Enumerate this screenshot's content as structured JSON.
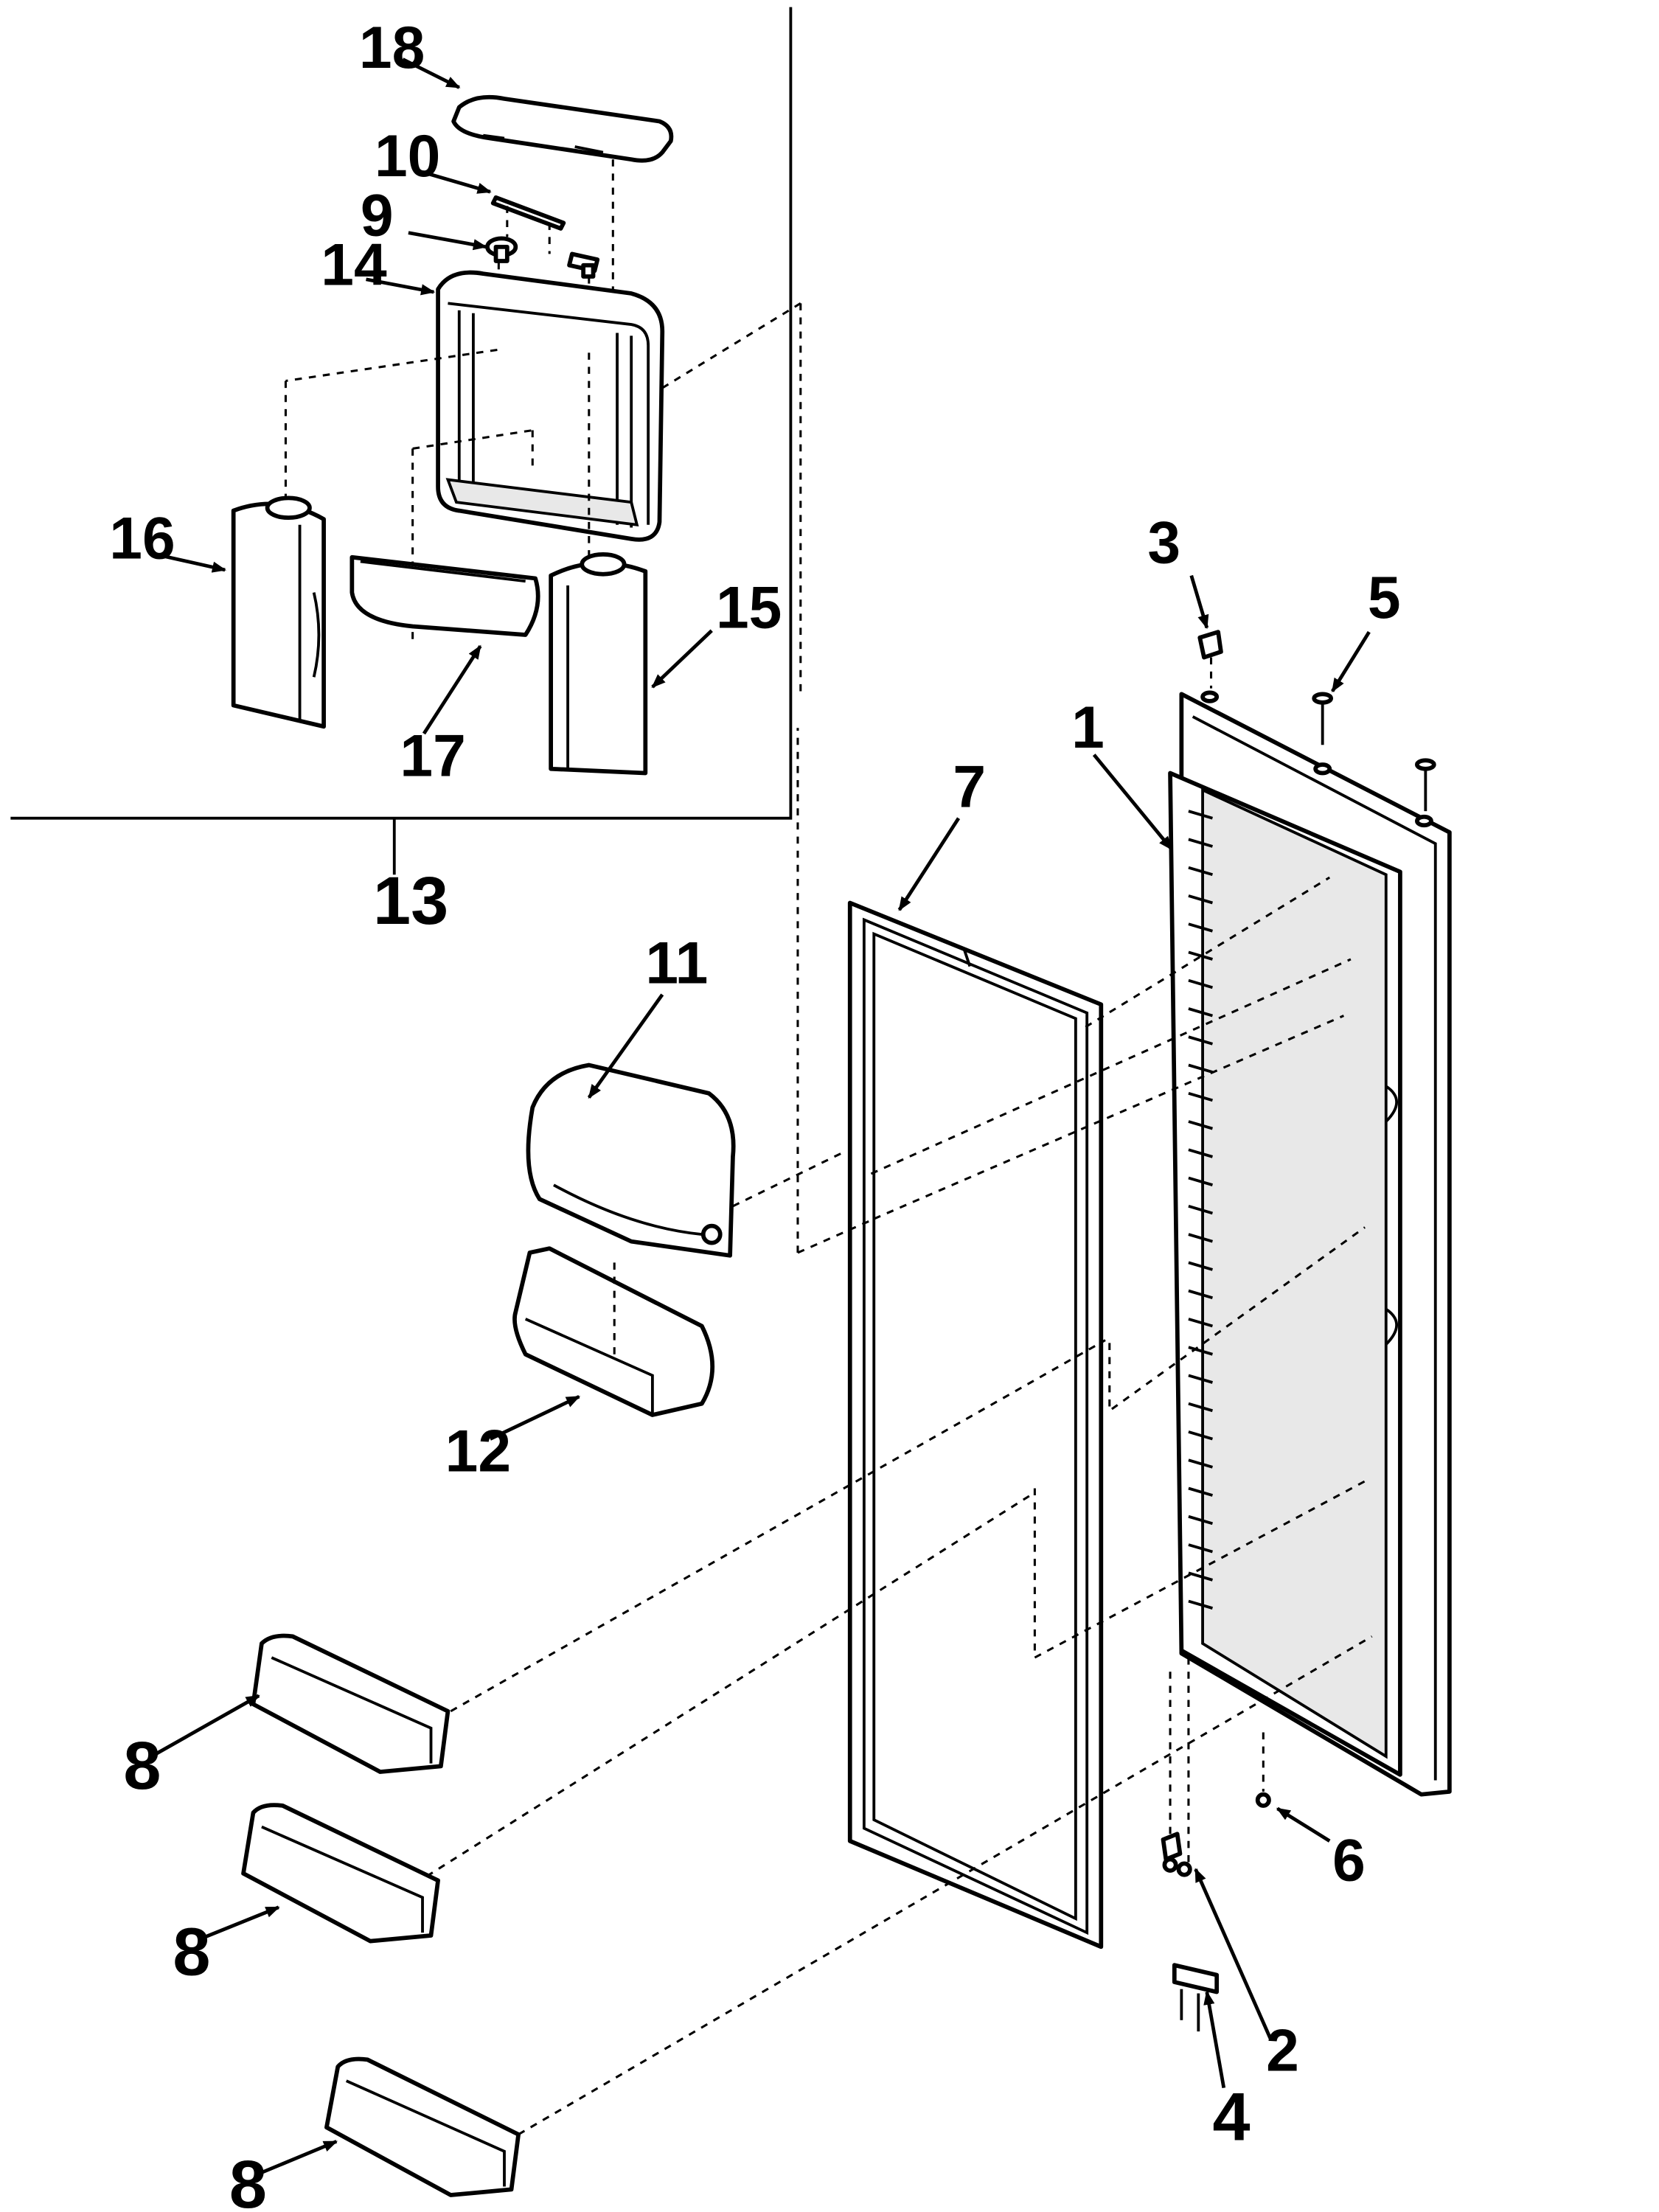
{
  "callouts": {
    "c1": "1",
    "c2": "2",
    "c3": "3",
    "c4": "4",
    "c5": "5",
    "c6": "6",
    "c7": "7",
    "c8a": "8",
    "c8b": "8",
    "c8c": "8",
    "c9": "9",
    "c10": "10",
    "c11": "11",
    "c12": "12",
    "c13": "13",
    "c14": "14",
    "c15": "15",
    "c16": "16",
    "c17": "17",
    "c18": "18"
  }
}
